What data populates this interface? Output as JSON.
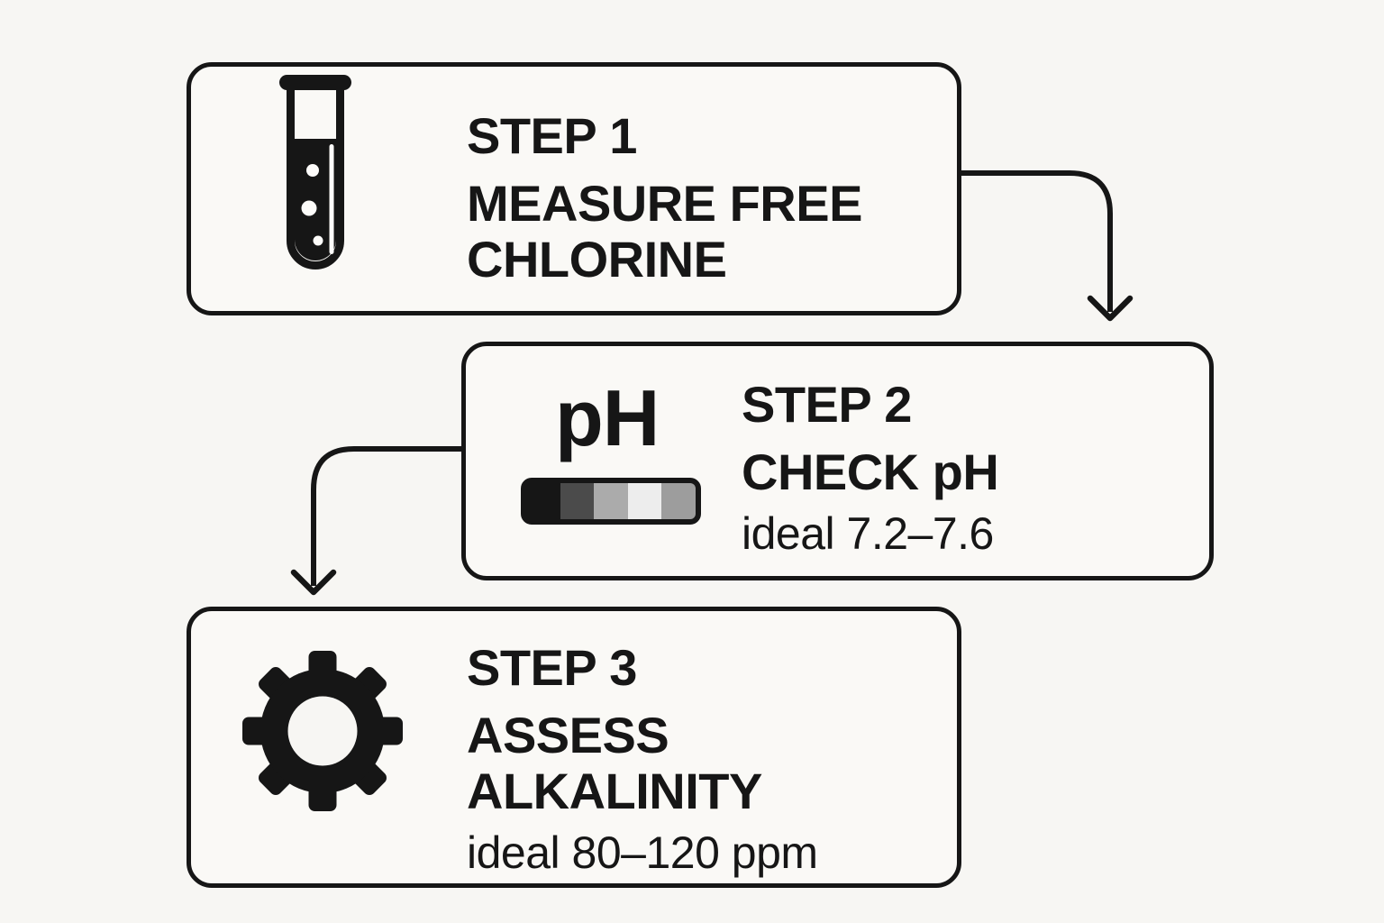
{
  "page": {
    "bg": "#f7f6f3",
    "ink": "#161616"
  },
  "steps": [
    {
      "label": "STEP 1",
      "title": "MEASURE FREE CHLORINE",
      "icon": "test-tube-icon"
    },
    {
      "label": "STEP 2",
      "title": "CHECK pH",
      "note": "ideal 7.2–7.6",
      "icon": "ph-test-strip-icon",
      "icon_text": "pH"
    },
    {
      "label": "STEP 3",
      "title": "ASSESS ALKALINITY",
      "note": "ideal 80–120 ppm",
      "icon": "gear-icon"
    }
  ],
  "strip_colors": [
    "#161616",
    "#4b4b4b",
    "#ababab",
    "#ededed",
    "#9d9d9d"
  ],
  "connectors": [
    {
      "from": "STEP 1",
      "to": "STEP 2"
    },
    {
      "from": "STEP 2",
      "to": "STEP 3"
    }
  ]
}
